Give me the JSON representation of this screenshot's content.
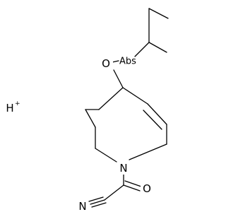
{
  "molecule": {
    "atoms": {
      "oxygen_ether": "O",
      "nitrogen_ring": "N",
      "nitrogen_nitrile": "N",
      "oxygen_carbonyl": "O",
      "hydrogen_ion": "H",
      "hydrogen_charge": "+"
    },
    "stereo_label": "Abs"
  },
  "colors": {
    "bond": "#000000",
    "background": "#ffffff"
  }
}
